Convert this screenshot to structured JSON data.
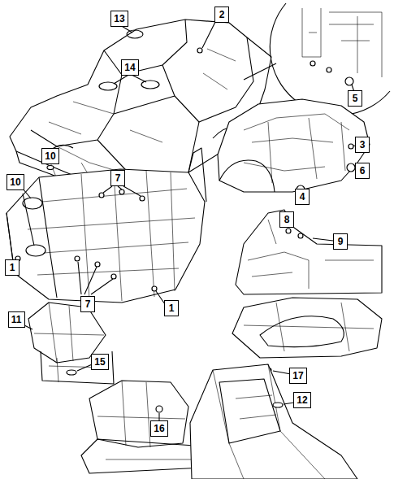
{
  "diagram": {
    "labels": [
      "13",
      "2",
      "14",
      "5",
      "3",
      "6",
      "4",
      "10",
      "7",
      "10",
      "8",
      "9",
      "1",
      "1",
      "7",
      "11",
      "15",
      "17",
      "12",
      "16"
    ]
  }
}
